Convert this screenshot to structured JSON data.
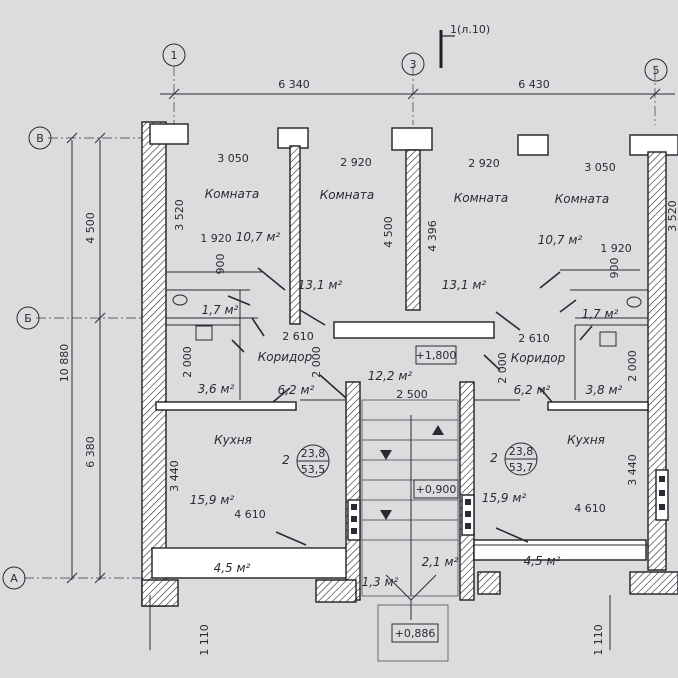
{
  "axes": {
    "a1": "1",
    "a3": "3",
    "a5": "5",
    "aB": "В",
    "aBe": "Б",
    "aA": "А"
  },
  "section_mark": "1(л.10)",
  "dims": {
    "top_left": "6 340",
    "top_right": "6 430",
    "left_outer": "10 880",
    "left_upper": "4 500",
    "left_lower": "6 380",
    "w3050_l": "3 050",
    "w2920_l": "2 920",
    "w2920_r": "2 920",
    "w3050_r": "3 050",
    "h3520": "3 520",
    "h4500": "4 500",
    "h4396": "4 396",
    "h3520_r": "3 520",
    "w1920_l": "1 920",
    "w1920_r": "1 920",
    "h900_l": "900",
    "h900_r": "900",
    "w2610_l": "2 610",
    "w2610_r": "2 610",
    "h2000_a": "2 000",
    "h2000_b": "2 000",
    "h2000_c": "2 000",
    "h2000_d": "2 000",
    "w2500": "2 500",
    "h3440_l": "3 440",
    "h3440_r": "3 440",
    "w4610_l": "4 610",
    "w4610_r": "4 610",
    "h1110_l": "1 110",
    "h1110_r": "1 110"
  },
  "rooms": {
    "room1": "Комната",
    "room2": "Комната",
    "room3": "Комната",
    "room4": "Комната",
    "corr_l": "Коридор",
    "corr_r": "Коридор",
    "kitchen_l": "Кухня",
    "kitchen_r": "Кухня"
  },
  "areas": {
    "a107_l": "10,7 м²",
    "a131_l": "13,1 м²",
    "a131_r": "13,1 м²",
    "a107_r": "10,7 м²",
    "a17_l": "1,7 м²",
    "a17_r": "1,7 м²",
    "a36": "3,6 м²",
    "a62_l": "6,2 м²",
    "a122": "12,2 м²",
    "a62_r": "6,2 м²",
    "a38": "3,8 м²",
    "a159_l": "15,9 м²",
    "a159_r": "15,9 м²",
    "a45_l": "4,5 м²",
    "a45_r": "4,5 м²",
    "a13": "1,3 м²",
    "a21": "2,1 м²"
  },
  "levels": {
    "l1800": "+1,800",
    "l0900": "+0,900",
    "l0886": "+0,886"
  },
  "apartments": {
    "left": {
      "rooms": "2",
      "total": "23,8",
      "living": "53,5"
    },
    "right": {
      "rooms": "2",
      "total": "23,8",
      "living": "53,7"
    }
  }
}
